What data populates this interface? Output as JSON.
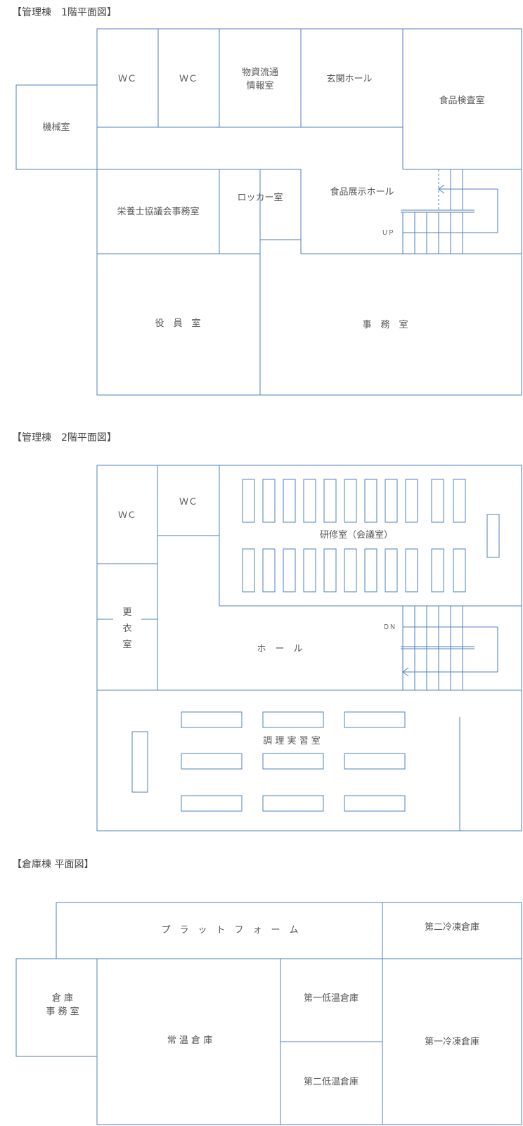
{
  "floor1": {
    "title": "【管理棟　1階平面図】",
    "rooms": {
      "wc_a": "ＷＣ",
      "wc_b": "ＷＣ",
      "logistics_line1": "物資流通",
      "logistics_line2": "情報室",
      "entrance_hall": "玄関ホール",
      "food_inspection": "食品検査室",
      "machine_room": "機械室",
      "dietitian_office": "栄養士協議会事務室",
      "locker_room": "ロッカー室",
      "food_exhibit_hall": "食品展示ホール",
      "stairs_label": "ＵＰ",
      "executive_room": "役　員　室",
      "office": "事　務　室"
    }
  },
  "floor2": {
    "title": "【管理棟　2階平面図】",
    "rooms": {
      "wc_a": "ＷＣ",
      "wc_b": "ＷＣ",
      "training_room": "研修室（会議室）",
      "changing_1": "更",
      "changing_2": "衣",
      "changing_3": "室",
      "stairs_label": "ＤＮ",
      "hall": "ホ　ー　ル",
      "cooking_room": "調 理 実 習 室"
    }
  },
  "warehouse": {
    "title": "【倉庫棟 平面図】",
    "rooms": {
      "platform": "プ　ラ　ッ　ト　フ　ォ　ー　ム",
      "freezer_2": "第二冷凍倉庫",
      "wh_office_line1": "倉 庫",
      "wh_office_line2": "事 務 室",
      "room_temp": "常 温 倉 庫",
      "low_temp_1": "第一低温倉庫",
      "low_temp_2": "第二低温倉庫",
      "freezer_1": "第一冷凍倉庫"
    }
  },
  "colors": {
    "wall": "#4f81bd",
    "stair_arrow": "#4f81bd",
    "text": "#555555"
  }
}
